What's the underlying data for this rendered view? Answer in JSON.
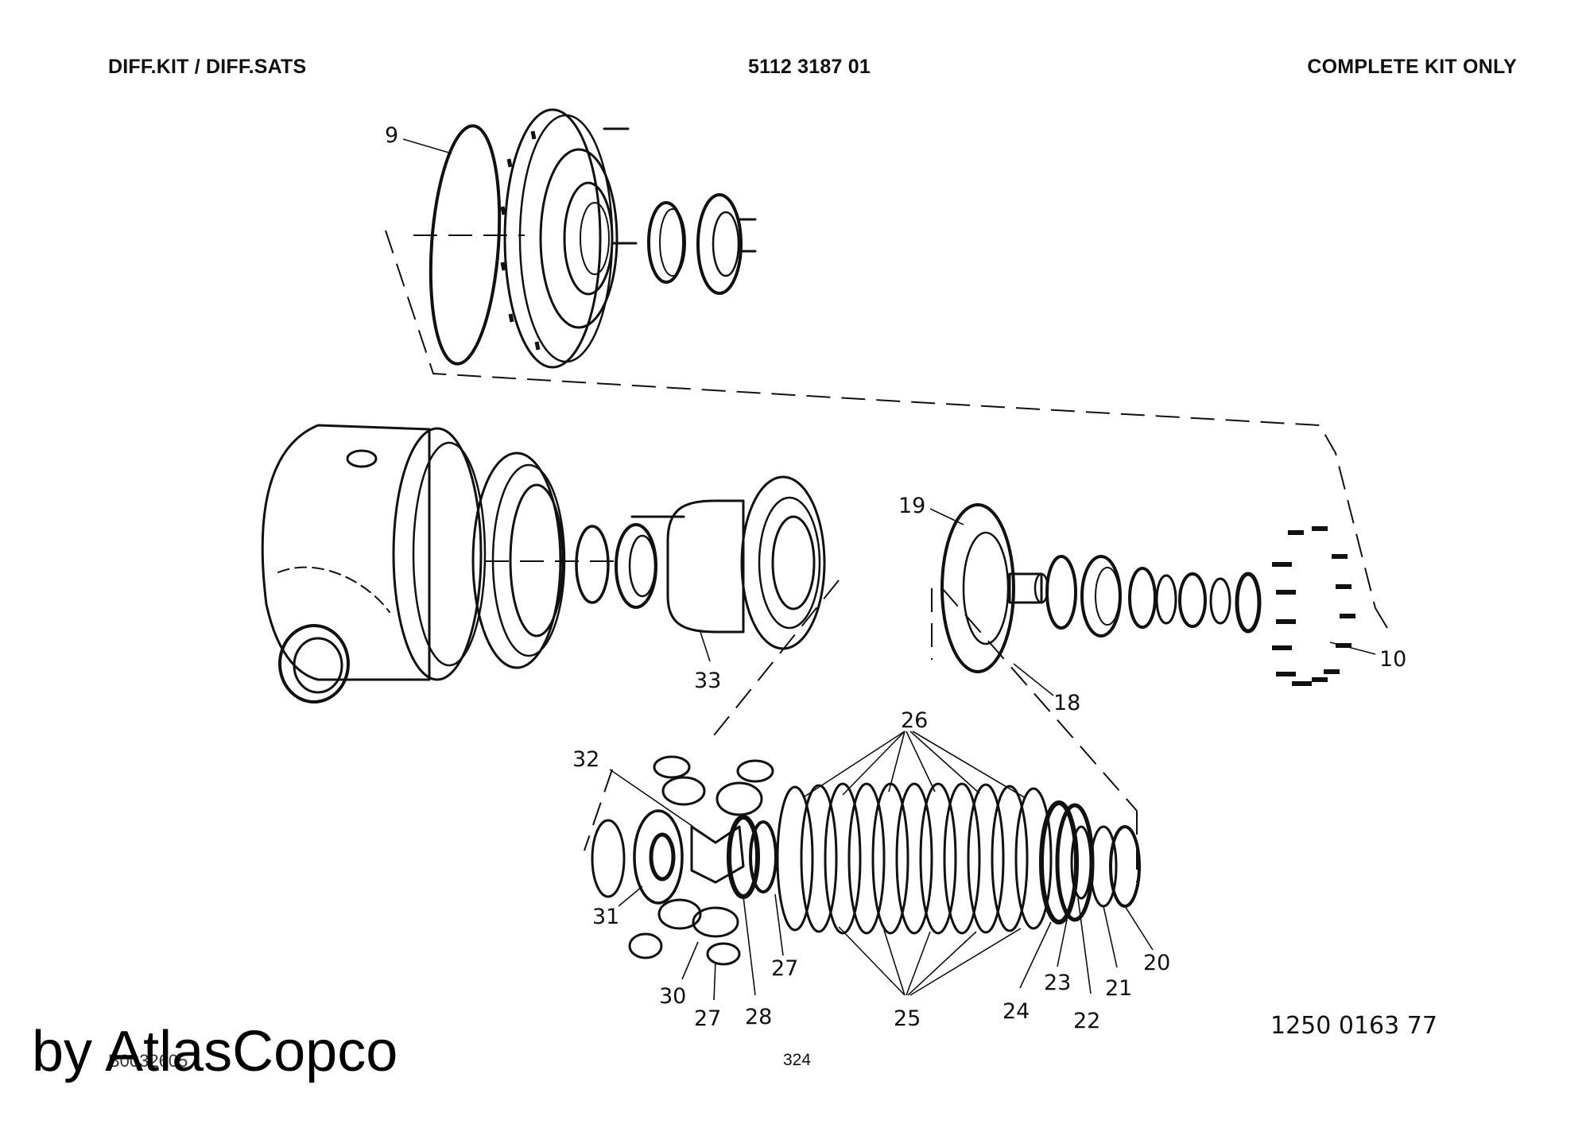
{
  "header": {
    "left": "DIFF.KIT / DIFF.SATS",
    "center": "5112 3187 01",
    "right": "COMPLETE KIT ONLY"
  },
  "callouts": [
    {
      "id": "9",
      "text": "9"
    },
    {
      "id": "19",
      "text": "19"
    },
    {
      "id": "10",
      "text": "10"
    },
    {
      "id": "18",
      "text": "18"
    },
    {
      "id": "33",
      "text": "33"
    },
    {
      "id": "26",
      "text": "26"
    },
    {
      "id": "32",
      "text": "32"
    },
    {
      "id": "31",
      "text": "31"
    },
    {
      "id": "30",
      "text": "30"
    },
    {
      "id": "27a",
      "text": "27"
    },
    {
      "id": "28",
      "text": "28"
    },
    {
      "id": "27b",
      "text": "27"
    },
    {
      "id": "25",
      "text": "25"
    },
    {
      "id": "24",
      "text": "24"
    },
    {
      "id": "23",
      "text": "23"
    },
    {
      "id": "22",
      "text": "22"
    },
    {
      "id": "21",
      "text": "21"
    },
    {
      "id": "20",
      "text": "20"
    }
  ],
  "footer": {
    "drawing_number": "1250 0163 77",
    "page_number": "324",
    "stamp": "B0032605",
    "watermark": "by AtlasCopco"
  }
}
